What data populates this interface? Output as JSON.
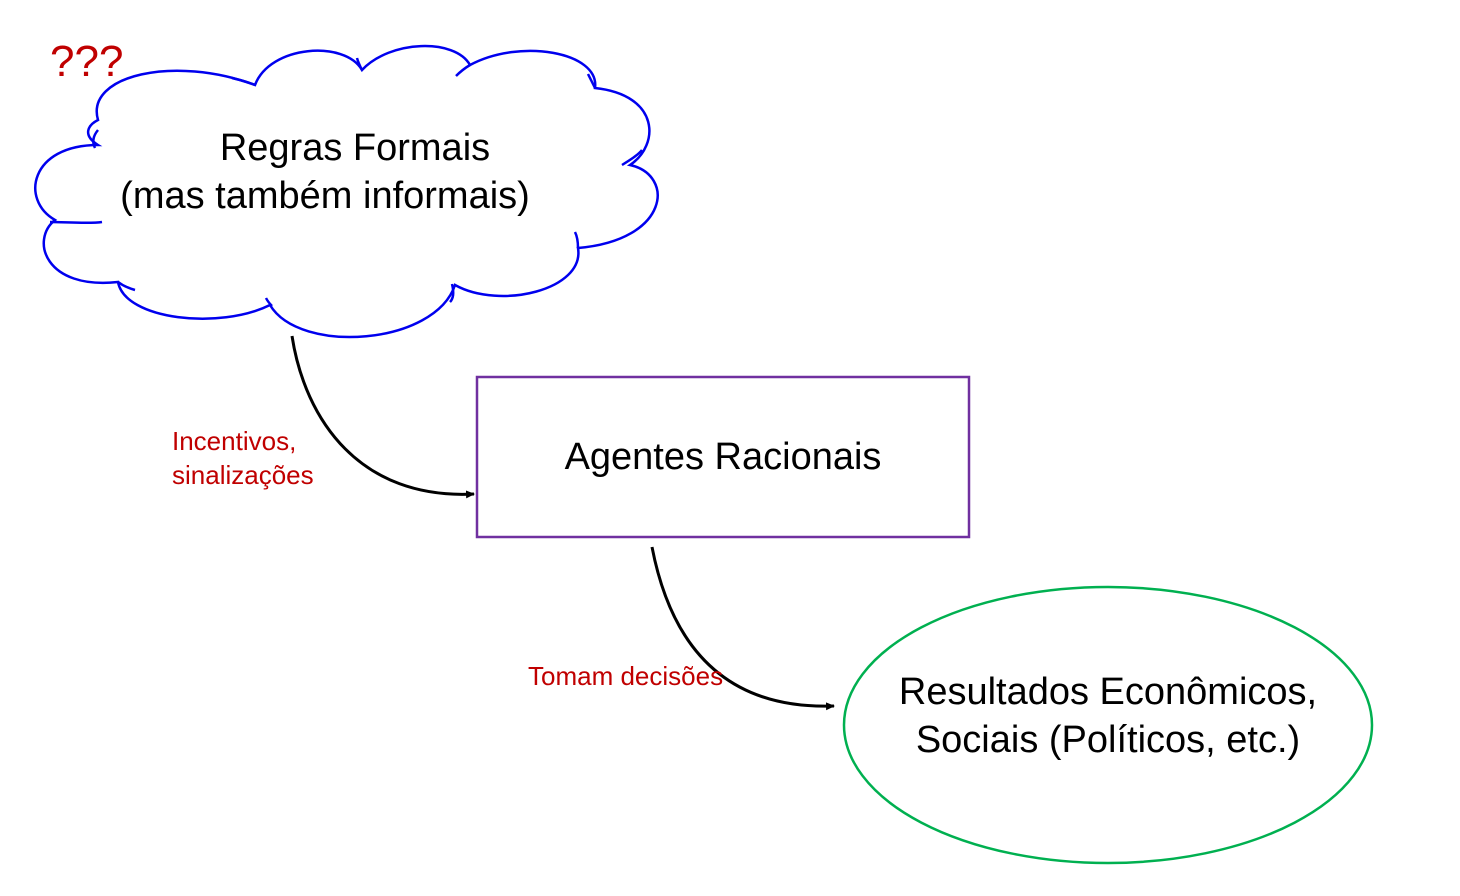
{
  "annotation": {
    "question_marks": "???"
  },
  "cloud": {
    "line1": "Regras Formais",
    "line2": "(mas também informais)",
    "stroke_color": "#0000ee"
  },
  "box": {
    "label": "Agentes Racionais",
    "stroke_color": "#7030a0"
  },
  "ellipse": {
    "line1": "Resultados Econômicos,",
    "line2": "Sociais (Políticos, etc.)",
    "stroke_color": "#00b050"
  },
  "arrows": {
    "first": {
      "line1": "Incentivos,",
      "line2": "sinalizações"
    },
    "second": {
      "label": "Tomam decisões"
    },
    "color": "#000000"
  },
  "label_color": "#c00000"
}
